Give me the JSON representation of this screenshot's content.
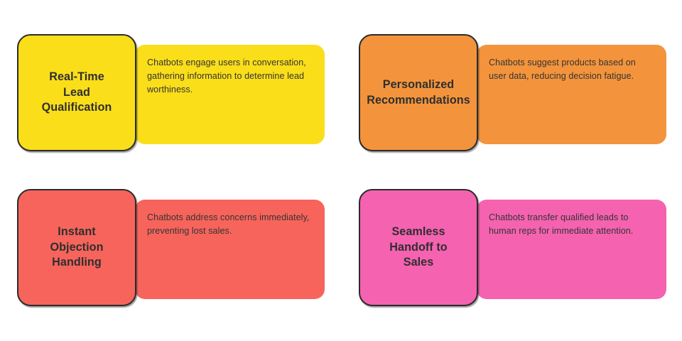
{
  "page": {
    "background_color": "#ffffff",
    "border_color": "#2b2b2b",
    "title_text_color": "#2f2f2f",
    "body_text_color": "#343434"
  },
  "cards": [
    {
      "id": "real-time-lead-qualification",
      "title": "Real-Time\nLead\nQualification",
      "body": "Chatbots engage users in conversation, gathering information to determine lead worthiness.",
      "color": "#fade1a"
    },
    {
      "id": "personalized-recommendations",
      "title": "Personalized\nRecommendations",
      "body": "Chatbots suggest products based on user data, reducing decision fatigue.",
      "color": "#f3943c"
    },
    {
      "id": "instant-objection-handling",
      "title": "Instant\nObjection\nHandling",
      "body": "Chatbots address concerns immediately, preventing lost sales.",
      "color": "#f7645c"
    },
    {
      "id": "seamless-handoff-to-sales",
      "title": "Seamless\nHandoff to\nSales",
      "body": "Chatbots transfer qualified leads to human reps for immediate attention.",
      "color": "#f562b0"
    }
  ]
}
